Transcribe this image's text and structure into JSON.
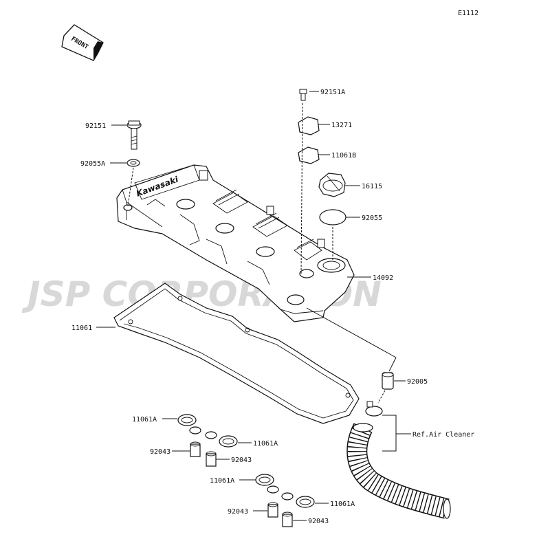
{
  "diagram_code": "E1112",
  "front_label": "FRONT",
  "brand_text": "Kawasaki",
  "watermark": "JSP CORPORATION",
  "parts": {
    "bolt_top": "92151A",
    "cover_plate": "13271",
    "plate_gasket": "11061B",
    "oil_cap": "16115",
    "o_ring": "92055",
    "head_cover": "14092",
    "bolt_left": "92151",
    "washer_left": "92055A",
    "cover_gasket": "11061",
    "fitting": "92005",
    "air_cleaner_ref": "Ref.Air Cleaner",
    "seal_1": "11061A",
    "seal_2": "11061A",
    "seal_3": "11061A",
    "seal_4": "11061A",
    "collar_1": "92043",
    "collar_2": "92043",
    "collar_3": "92043",
    "collar_4": "92043"
  }
}
